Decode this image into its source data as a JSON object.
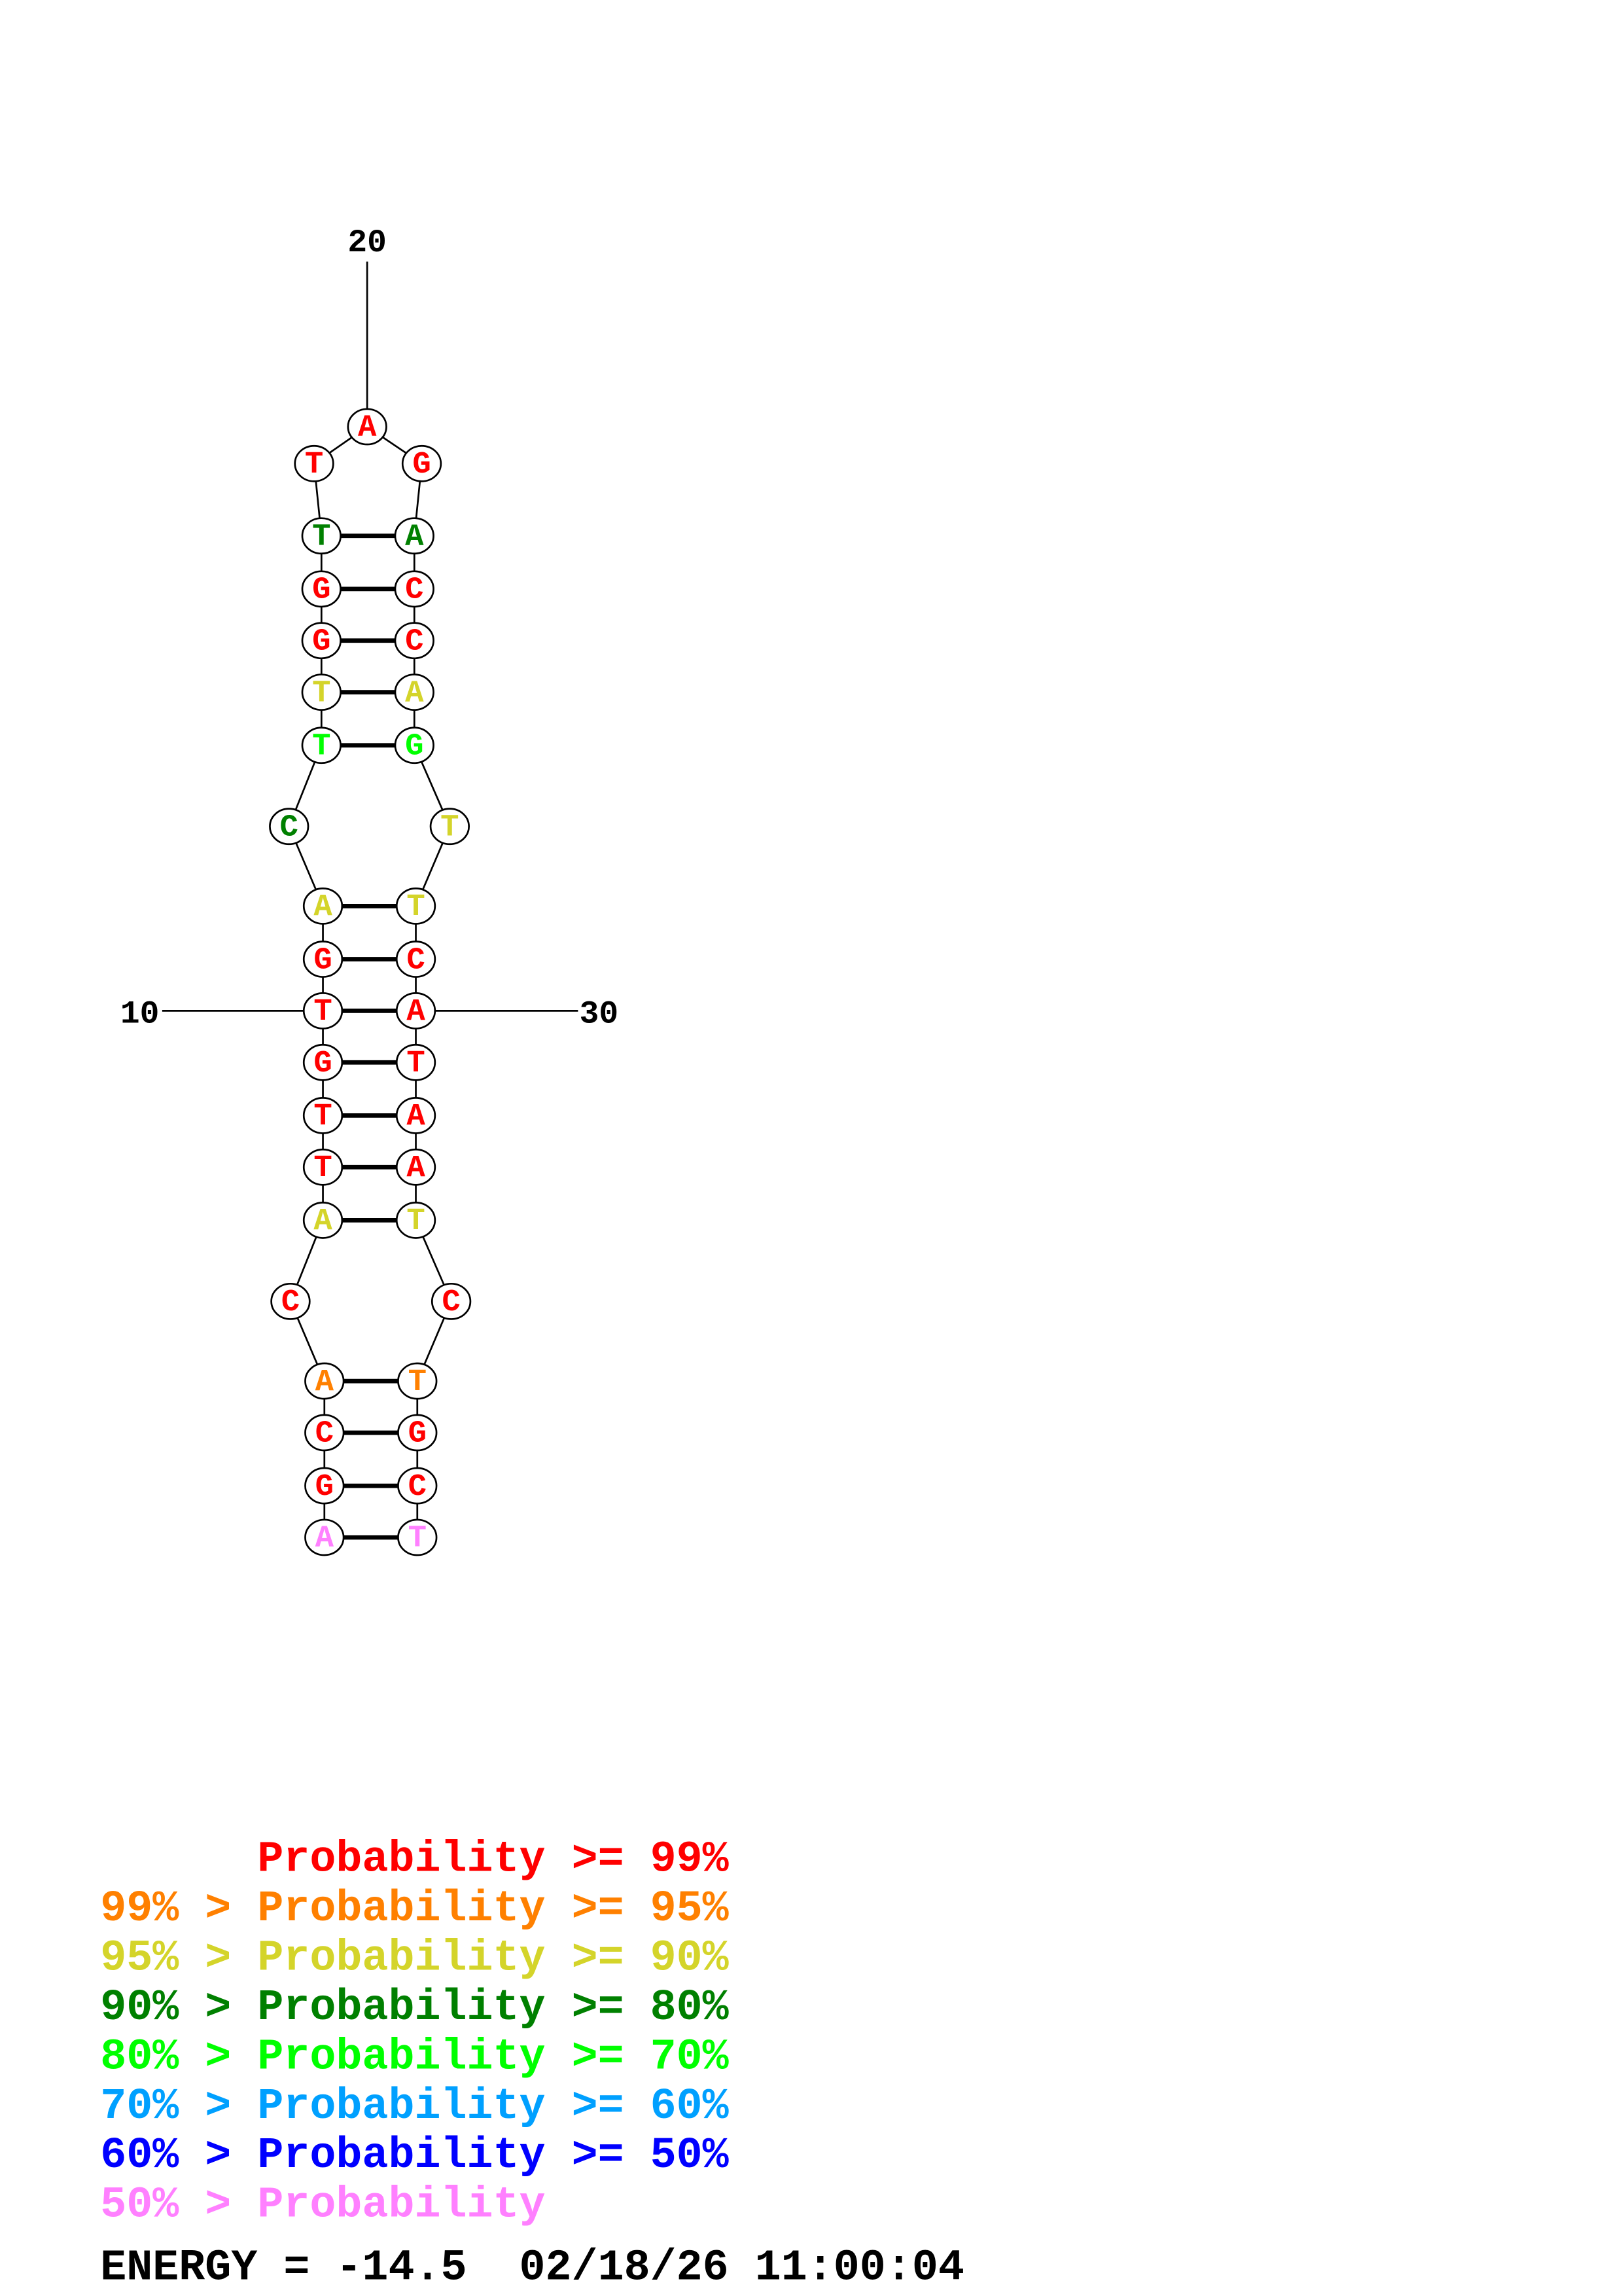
{
  "structure": {
    "sequence": [
      "A",
      "G",
      "C",
      "A",
      "C",
      "A",
      "T",
      "T",
      "G",
      "T",
      "G",
      "A",
      "C",
      "T",
      "T",
      "G",
      "G",
      "T",
      "T",
      "A",
      "G",
      "A",
      "C",
      "C",
      "A",
      "G",
      "T",
      "T",
      "C",
      "A",
      "T",
      "A",
      "A",
      "T",
      "C",
      "T",
      "G",
      "C",
      "T"
    ],
    "probability_class": [
      "pink",
      "red",
      "red",
      "orange",
      "red",
      "yellow",
      "red",
      "red",
      "red",
      "red",
      "red",
      "yellow",
      "darkgreen",
      "green",
      "yellow",
      "red",
      "red",
      "darkgreen",
      "red",
      "red",
      "red",
      "darkgreen",
      "red",
      "red",
      "yellow",
      "green",
      "yellow",
      "yellow",
      "red",
      "red",
      "red",
      "red",
      "red",
      "yellow",
      "red",
      "orange",
      "red",
      "red",
      "pink"
    ],
    "pairs": [
      [
        1,
        39
      ],
      [
        2,
        38
      ],
      [
        3,
        37
      ],
      [
        4,
        36
      ],
      [
        6,
        34
      ],
      [
        7,
        33
      ],
      [
        8,
        32
      ],
      [
        9,
        31
      ],
      [
        10,
        30
      ],
      [
        11,
        29
      ],
      [
        12,
        28
      ],
      [
        14,
        26
      ],
      [
        15,
        25
      ],
      [
        16,
        24
      ],
      [
        17,
        23
      ],
      [
        18,
        22
      ]
    ],
    "position_labels": {
      "p10": "10",
      "p20": "20",
      "p30": "30"
    }
  },
  "colors": {
    "red": "#ff0000",
    "orange": "#ff8000",
    "yellow": "#d4d42a",
    "darkgreen": "#008000",
    "green": "#00ff00",
    "lightblue": "#00a0ff",
    "blue": "#0000ff",
    "pink": "#ff80ff"
  },
  "legend": [
    {
      "text": "      Probability >= 99%",
      "color": "#ff0000"
    },
    {
      "text": "99% > Probability >= 95%",
      "color": "#ff8000"
    },
    {
      "text": "95% > Probability >= 90%",
      "color": "#d4d42a"
    },
    {
      "text": "90% > Probability >= 80%",
      "color": "#008000"
    },
    {
      "text": "80% > Probability >= 70%",
      "color": "#00ff00"
    },
    {
      "text": "70% > Probability >= 60%",
      "color": "#00a0ff"
    },
    {
      "text": "60% > Probability >= 50%",
      "color": "#0000ff"
    },
    {
      "text": "50% > Probability",
      "color": "#ff80ff"
    }
  ],
  "footer": {
    "energy_line": "ENERGY = -14.5  02/18/26 11:00:04"
  }
}
